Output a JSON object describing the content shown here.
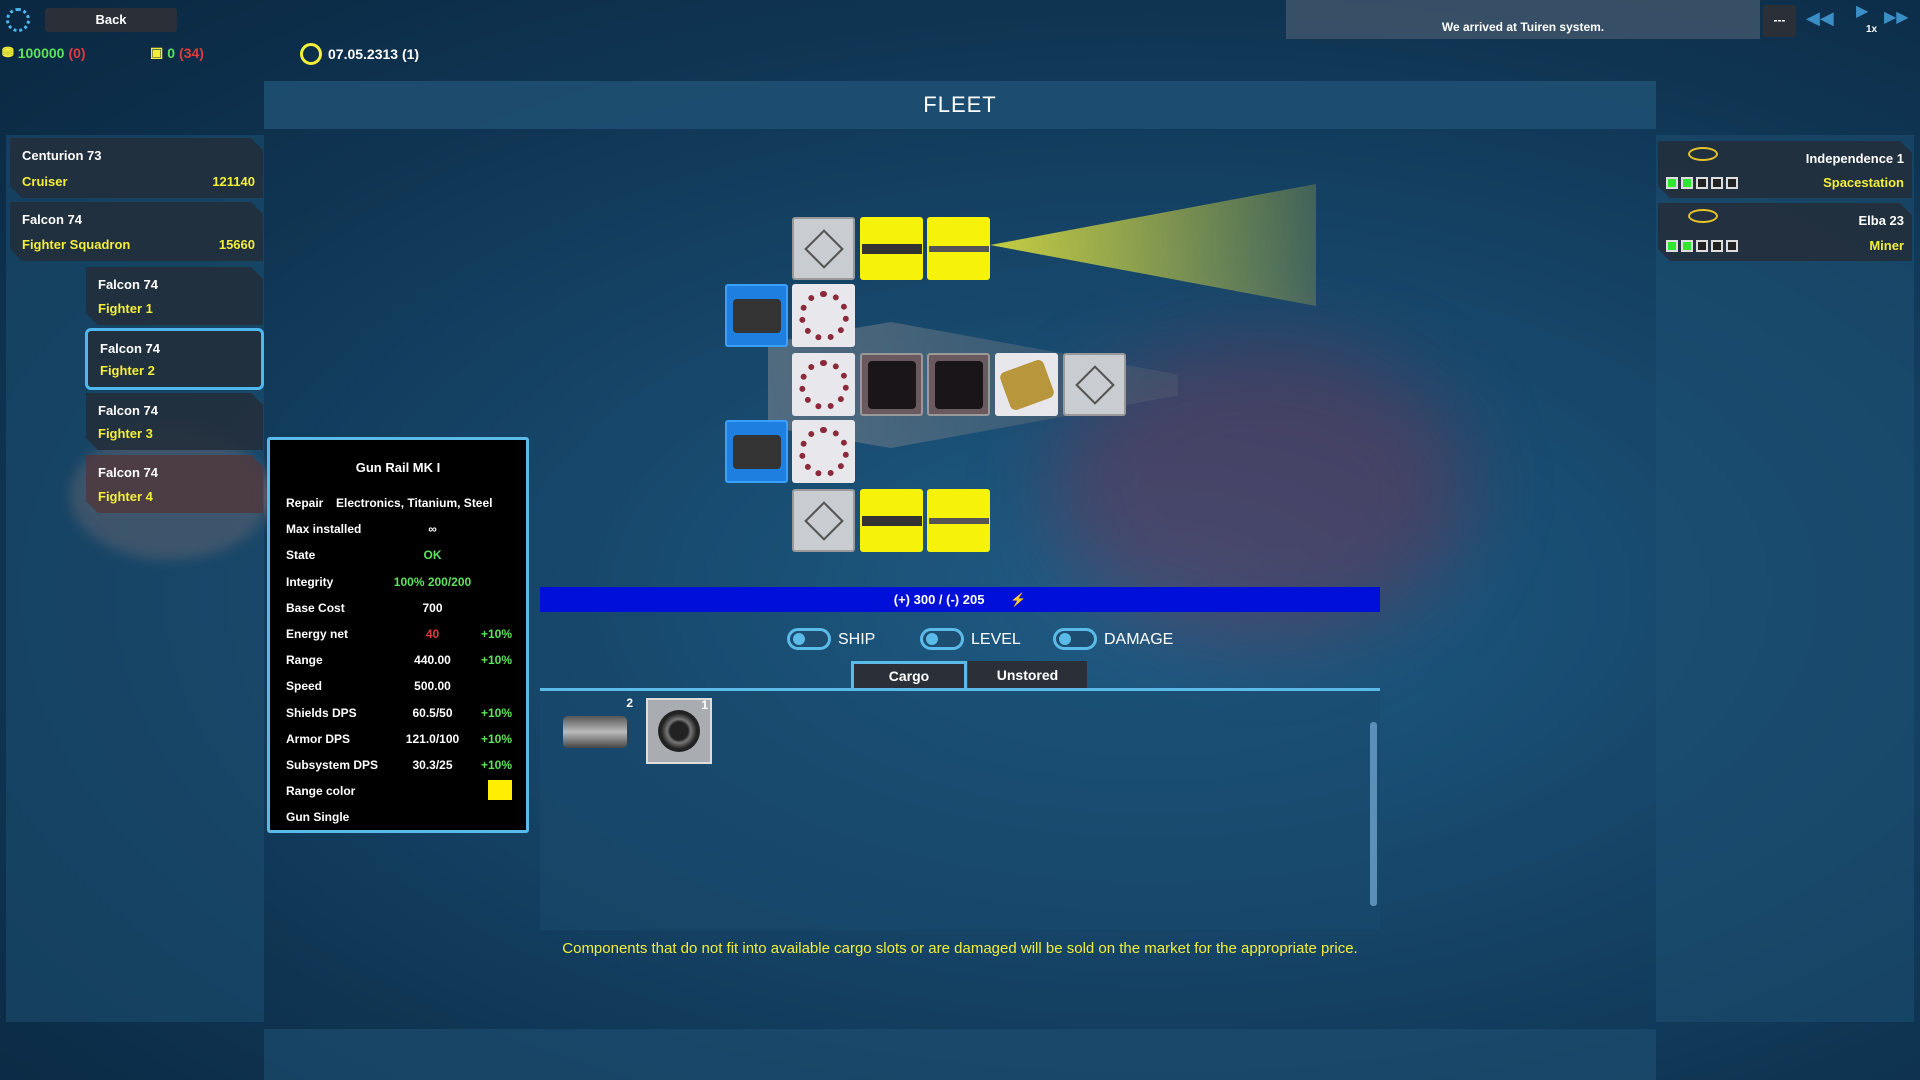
{
  "top": {
    "back_label": "Back",
    "credits": "100000",
    "credits_delta": "(0)",
    "cargo": "0",
    "cargo_delta": "(34)",
    "date": "07.05.2313 (1)",
    "message": "We arrived at Tuiren system.",
    "menu_label": "---",
    "speed_label": "1x"
  },
  "header": {
    "title": "FLEET"
  },
  "left_fleet": [
    {
      "name": "Centurion 73",
      "type": "Cruiser",
      "value": "121140"
    },
    {
      "name": "Falcon 74",
      "type": "Fighter Squadron",
      "value": "15660"
    },
    {
      "name": "Falcon 74",
      "type": "Fighter 1"
    },
    {
      "name": "Falcon 74",
      "type": "Fighter 2",
      "selected": true
    },
    {
      "name": "Falcon 74",
      "type": "Fighter 3"
    },
    {
      "name": "Falcon 74",
      "type": "Fighter 4"
    }
  ],
  "right_fleet": [
    {
      "name": "Independence 1",
      "type": "Spacestation",
      "level": 2,
      "max_level": 5
    },
    {
      "name": "Elba 23",
      "type": "Miner",
      "level": 2,
      "max_level": 5
    }
  ],
  "tooltip": {
    "title": "Gun Rail MK I",
    "rows": [
      {
        "label": "Repair",
        "value": "Electronics, Titanium, Steel",
        "bonus": ""
      },
      {
        "label": "Max installed",
        "value": "∞",
        "bonus": ""
      },
      {
        "label": "State",
        "value": "OK",
        "bonus": ""
      },
      {
        "label": "Integrity",
        "value": "100% 200/200",
        "bonus": ""
      },
      {
        "label": "Base Cost",
        "value": "700",
        "bonus": ""
      },
      {
        "label": "Energy net",
        "value": "40",
        "bonus": "+10%"
      },
      {
        "label": "Range",
        "value": "440.00",
        "bonus": "+10%"
      },
      {
        "label": "Speed",
        "value": "500.00",
        "bonus": ""
      },
      {
        "label": "Shields DPS",
        "value": "60.5/50",
        "bonus": "+10%"
      },
      {
        "label": "Armor DPS",
        "value": "121.0/100",
        "bonus": "+10%"
      },
      {
        "label": "Subsystem DPS",
        "value": "30.3/25",
        "bonus": "+10%"
      },
      {
        "label": "Range color",
        "value": "",
        "bonus": ""
      },
      {
        "label": "Gun Single",
        "value": "",
        "bonus": ""
      }
    ],
    "range_color": "#ffee00"
  },
  "energy": {
    "text": "(+) 300 / (-) 205"
  },
  "toggles": [
    {
      "label": "SHIP"
    },
    {
      "label": "LEVEL"
    },
    {
      "label": "DAMAGE"
    }
  ],
  "tabs": [
    {
      "label": "Cargo",
      "active": true
    },
    {
      "label": "Unstored"
    }
  ],
  "cargo_items": [
    {
      "icon": "engine-icon",
      "count": "2"
    },
    {
      "icon": "reactor-icon",
      "count": "1"
    }
  ],
  "footer_note": "Components that do not fit into available cargo slots or are damaged will be sold on the market for the appropriate price."
}
